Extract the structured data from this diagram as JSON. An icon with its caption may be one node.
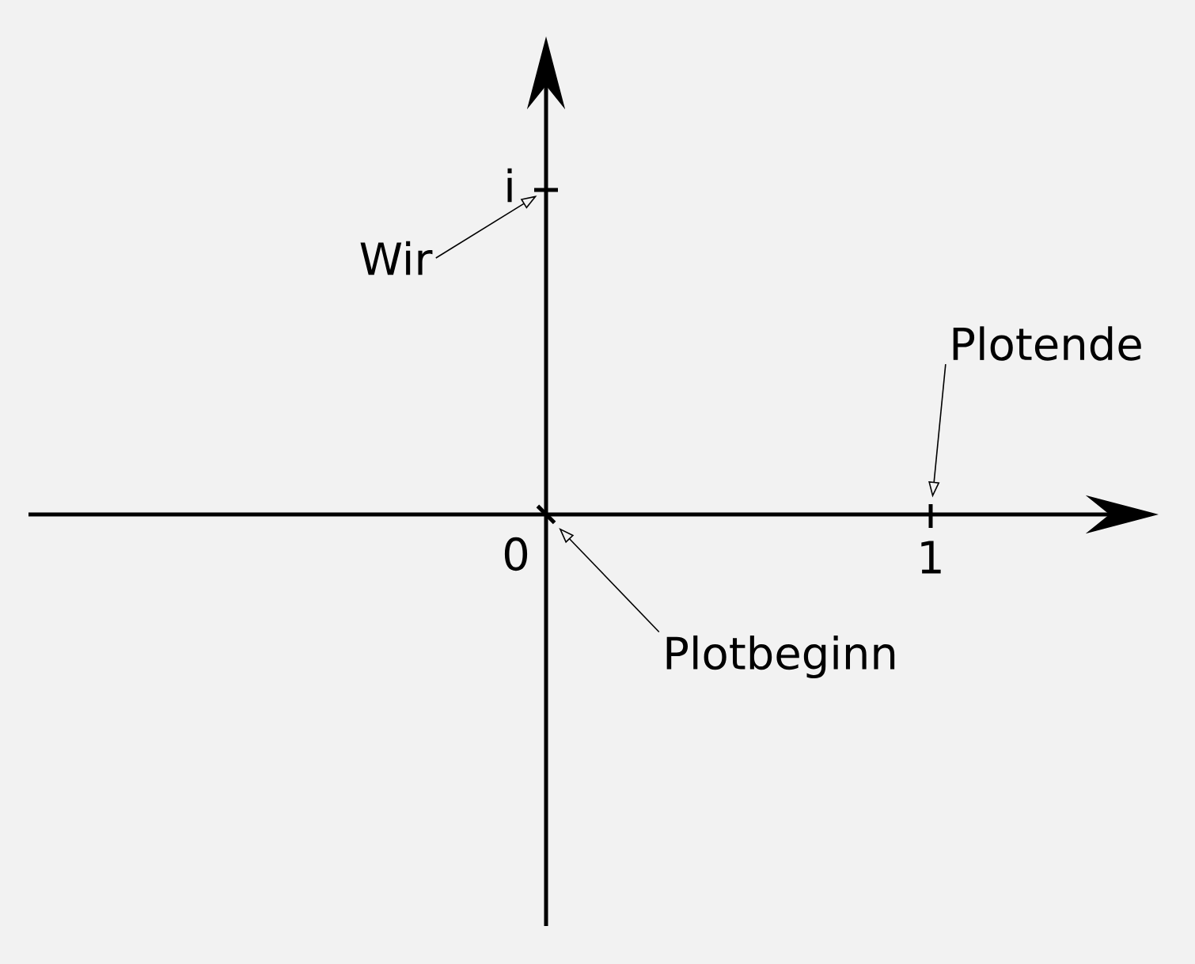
{
  "diagram": {
    "nodes": [
      {
        "text": [
          "Wir"
        ]
      },
      {
        "text": [],
        "shape": "bar"
      },
      {
        "text": [
          "Plotende"
        ]
      },
      {
        "text": [],
        "shape": "bar"
      },
      {
        "text": [],
        "shape": "bar"
      },
      {
        "text": [
          "Plotbeginn"
        ]
      }
    ],
    "edges": [
      {
        "from": 0,
        "to": 1,
        "arrow": "to"
      },
      {
        "from": 2,
        "to": 3,
        "arrow": "to"
      },
      {
        "from": 5,
        "to": 4,
        "arrow": "to"
      }
    ],
    "labels": [
      "i",
      "0",
      "1"
    ]
  }
}
